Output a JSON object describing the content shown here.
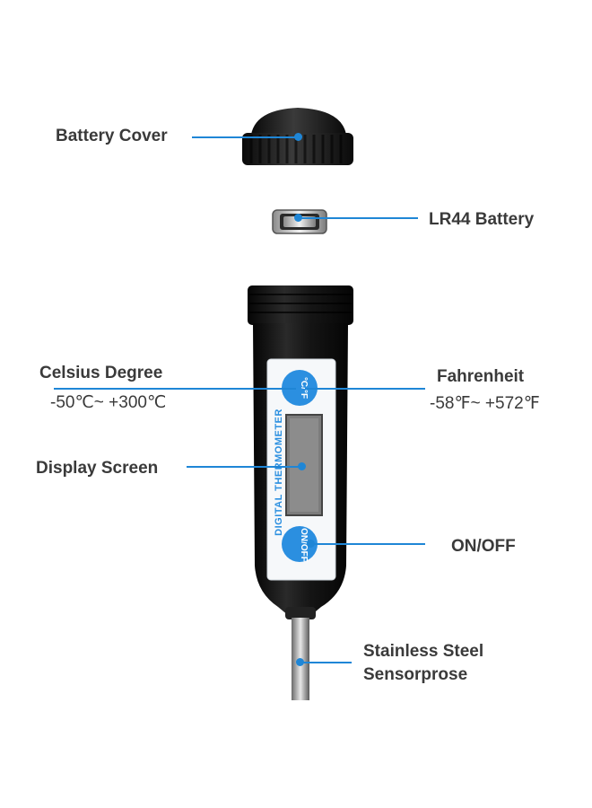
{
  "labels": {
    "battery_cover": "Battery Cover",
    "battery": "LR44 Battery",
    "celsius_title": "Celsius Degree",
    "celsius_range": "-50℃~ +300℃",
    "fahrenheit_title": "Fahrenheit",
    "fahrenheit_range": "-58℉~ +572℉",
    "display_screen": "Display Screen",
    "on_off": "ON/OFF",
    "probe_line1": "Stainless Steel",
    "probe_line2": "Sensorprose"
  },
  "device": {
    "side_text": "DIGITAL THERMOMETER",
    "unit_button_top": "°C",
    "unit_button_bottom": "°F",
    "power_button_top": "ON",
    "power_button_bottom": "OFF"
  },
  "colors": {
    "leader_line": "#1f86d6",
    "body": "#141414",
    "button": "#2b8fe0",
    "label_text": "#3a3a3a"
  }
}
